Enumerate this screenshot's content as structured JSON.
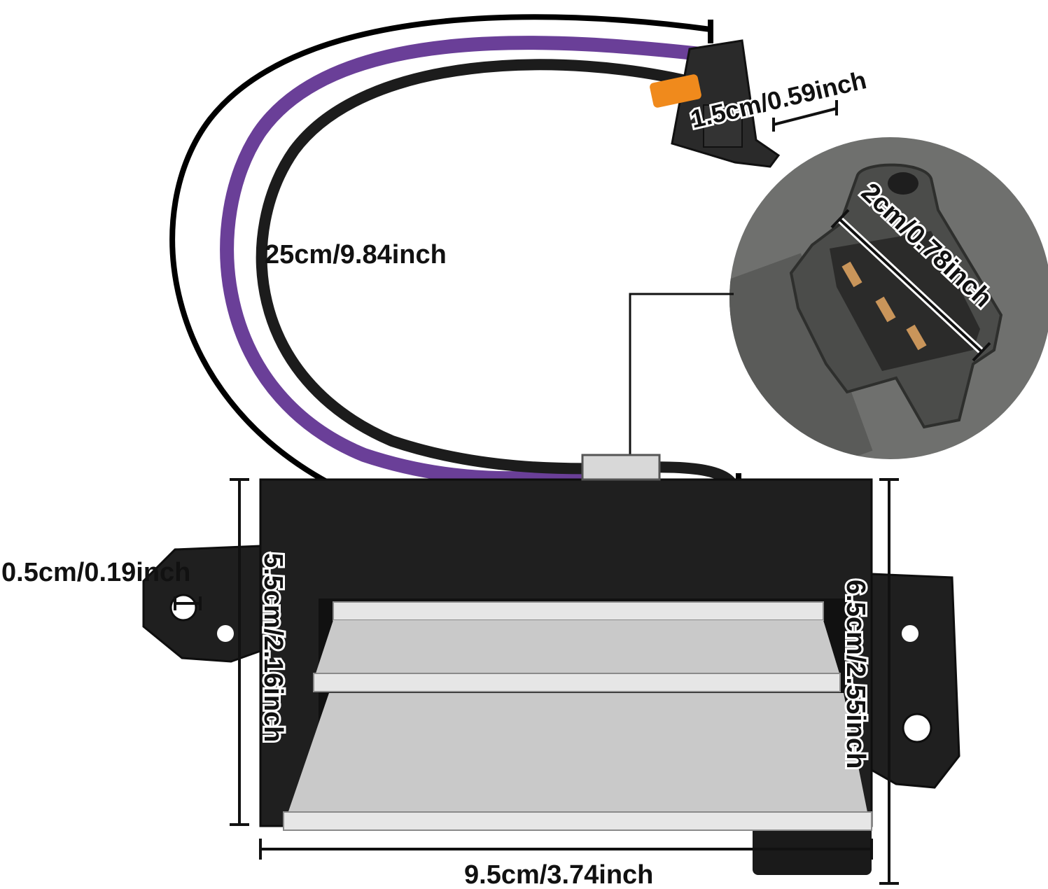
{
  "colors": {
    "housing": "#1f1f1f",
    "housing_edge": "#0e0e0e",
    "fin": "#c9c9c9",
    "fin_light": "#e6e6e6",
    "wire_purple": "#6a3f98",
    "wire_black": "#1c1c1c",
    "outline": "#000000",
    "latch": "#f08a1c",
    "inset_bg": "#6f706e",
    "inset_plastic": "#4b4c4a",
    "pin": "#c9955a"
  },
  "dimensions": {
    "wire_length": "25cm/9.84inch",
    "connector_width": "1.5cm/0.59inch",
    "socket_width": "2cm/0.78inch",
    "hole_diameter": "0.5cm/0.19inch",
    "left_height": "5.5cm/2.16inch",
    "right_height": "6.5cm/2.55inch",
    "body_width": "9.5cm/3.74inch"
  }
}
